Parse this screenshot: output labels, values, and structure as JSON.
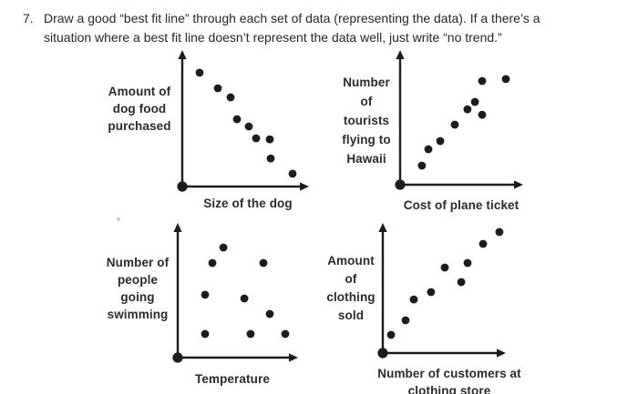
{
  "page": {
    "background": "#ffffff",
    "ink": "#1c1c1c",
    "text_color": "#262626"
  },
  "question": {
    "number": "7.",
    "text": "Draw a good “best fit line” through each set of data (representing the data). If a there’s a\nsituation where a best fit line doesn’t represent the data well, just write “no trend.”"
  },
  "chart_data": [
    {
      "id": "dogfood",
      "type": "scatter",
      "title": "",
      "ylabel": "Amount of\ndog food\npurchased",
      "xlabel": "Size of the dog",
      "trend": "negative",
      "axis_ticks": "none (qualitative axes)",
      "x_range": [
        0,
        100
      ],
      "y_range": [
        0,
        100
      ],
      "points": [
        [
          13.9,
          84.5
        ],
        [
          28.5,
          73.0
        ],
        [
          38.7,
          66.2
        ],
        [
          43.8,
          50.0
        ],
        [
          53.3,
          44.6
        ],
        [
          59.1,
          35.8
        ],
        [
          70.1,
          35.1
        ],
        [
          70.8,
          20.9
        ],
        [
          88.3,
          9.5
        ]
      ]
    },
    {
      "id": "tourists",
      "type": "scatter",
      "title": "",
      "ylabel": "Number\nof\ntourists\nflying to\nHawaii",
      "xlabel": "Cost of plane ticket",
      "trend": "positive",
      "axis_ticks": "none (qualitative axes)",
      "x_range": [
        0,
        100
      ],
      "y_range": [
        0,
        100
      ],
      "points": [
        [
          18.0,
          14.4
        ],
        [
          23.3,
          26.7
        ],
        [
          33.1,
          32.9
        ],
        [
          45.1,
          45.2
        ],
        [
          55.6,
          56.8
        ],
        [
          61.7,
          62.3
        ],
        [
          67.7,
          52.7
        ],
        [
          67.7,
          78.1
        ],
        [
          87.2,
          79.5
        ]
      ]
    },
    {
      "id": "swimming",
      "type": "scatter",
      "title": "",
      "ylabel": "Number of\npeople\ngoing\nswimming",
      "xlabel": "Temperature",
      "trend": "no trend (scattered)",
      "axis_ticks": "none (qualitative axes)",
      "x_range": [
        0,
        100
      ],
      "y_range": [
        0,
        100
      ],
      "points": [
        [
          38.5,
          82.9
        ],
        [
          29.2,
          71.2
        ],
        [
          72.3,
          71.2
        ],
        [
          23.1,
          47.3
        ],
        [
          56.2,
          44.5
        ],
        [
          77.7,
          32.9
        ],
        [
          23.1,
          17.8
        ],
        [
          61.5,
          17.8
        ],
        [
          90.8,
          17.8
        ]
      ]
    },
    {
      "id": "clothing",
      "type": "scatter",
      "title": "",
      "ylabel": "Amount\nof\nclothing\nsold",
      "xlabel": "Number of customers at\nclothing store",
      "trend": "positive",
      "axis_ticks": "none (qualitative axes)",
      "x_range": [
        0,
        100
      ],
      "y_range": [
        0,
        100
      ],
      "points": [
        [
          6.8,
          14.2
        ],
        [
          18.8,
          25.5
        ],
        [
          25.6,
          41.8
        ],
        [
          39.8,
          47.5
        ],
        [
          51.1,
          66.7
        ],
        [
          64.7,
          55.3
        ],
        [
          69.9,
          70.2
        ],
        [
          82.7,
          85.1
        ],
        [
          96.2,
          94.3
        ]
      ]
    }
  ]
}
